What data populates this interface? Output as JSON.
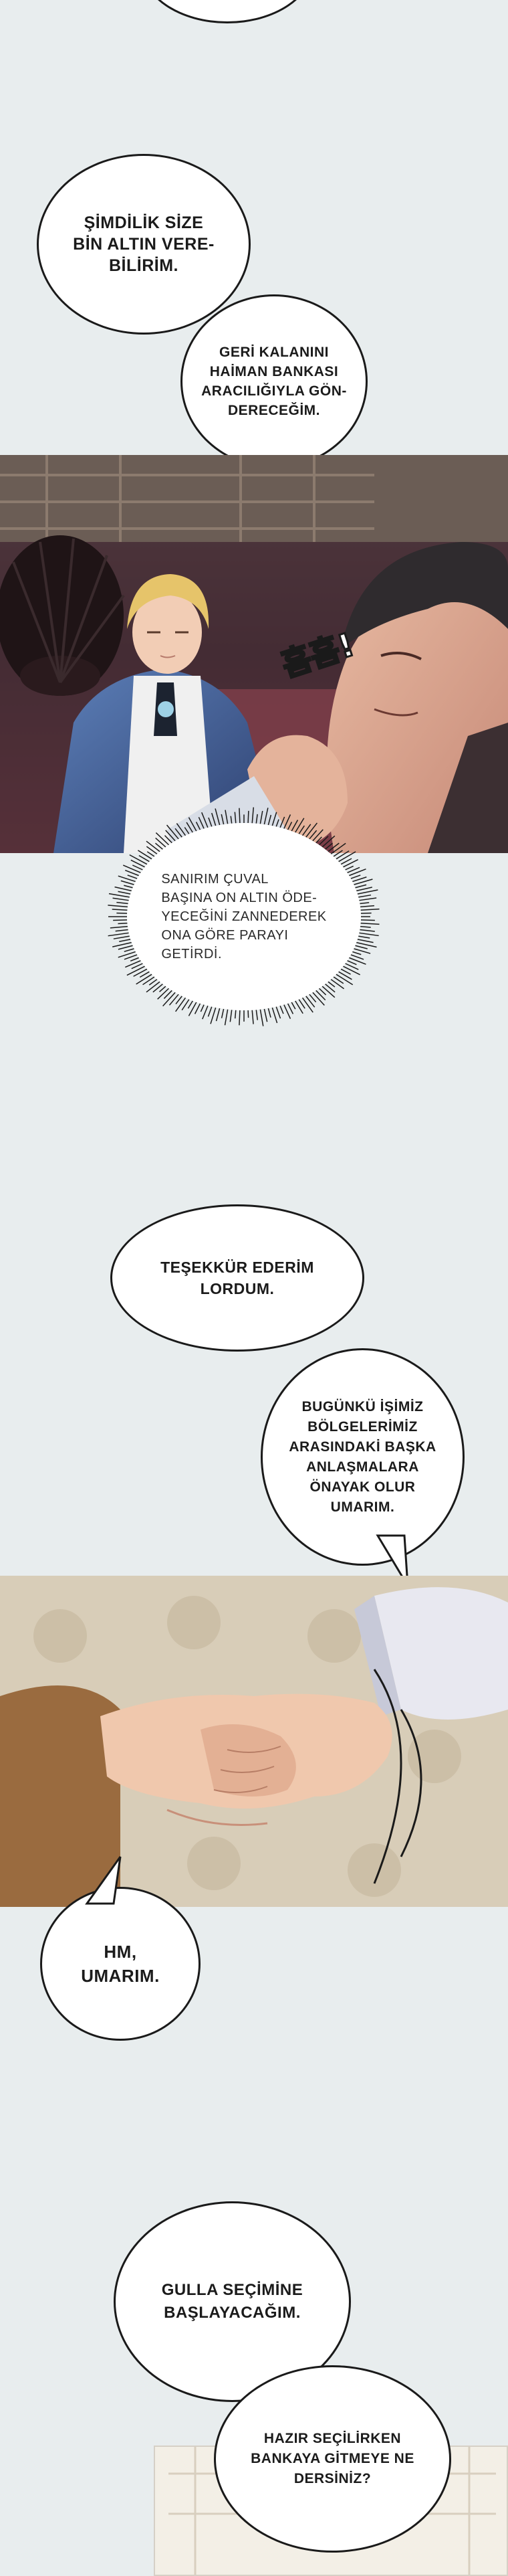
{
  "colors": {
    "page_background": "#e8edee",
    "bubble_fill": "#ffffff",
    "bubble_outline": "#1a1a1a",
    "text": "#1b1b1b",
    "panel1_background": "#3a2a30",
    "panel2_background": "#d8cdb8"
  },
  "bubbles": {
    "b1": "ŞİMDİLİK SİZE\nBİN ALTIN VERE-\nBİLİRİM.",
    "b2": "GERİ KALANINI\nHAİMAN BANKASI\nARACILIĞIYLA GÖN-\nDERECEĞİM.",
    "b3": "SANIRIM ÇUVAL\nBAŞINA ON ALTIN ÖDE-\nYECEĞİNİ ZANNEDEREK\nONA GÖRE PARAYI\nGETİRDİ.",
    "b4": "TEŞEKKÜR EDERİM\nLORDUM.",
    "b5": "BUGÜNKÜ İŞİMİZ\nBÖLGELERİMİZ\nARASINDAKİ BAŞKA\nANLAŞMALARA\nÖNAYAK OLUR\nUMARIM.",
    "b6": "HM,\nUMARIM.",
    "b7": "GULLA SEÇİMİNE\nBAŞLAYACAĞIM.",
    "b8": "HAZIR SEÇİLİRKEN\nBANKAYA GİTMEYE NE\nDERSİNİZ?"
  },
  "sfx": {
    "hmm": "흠흠!"
  }
}
